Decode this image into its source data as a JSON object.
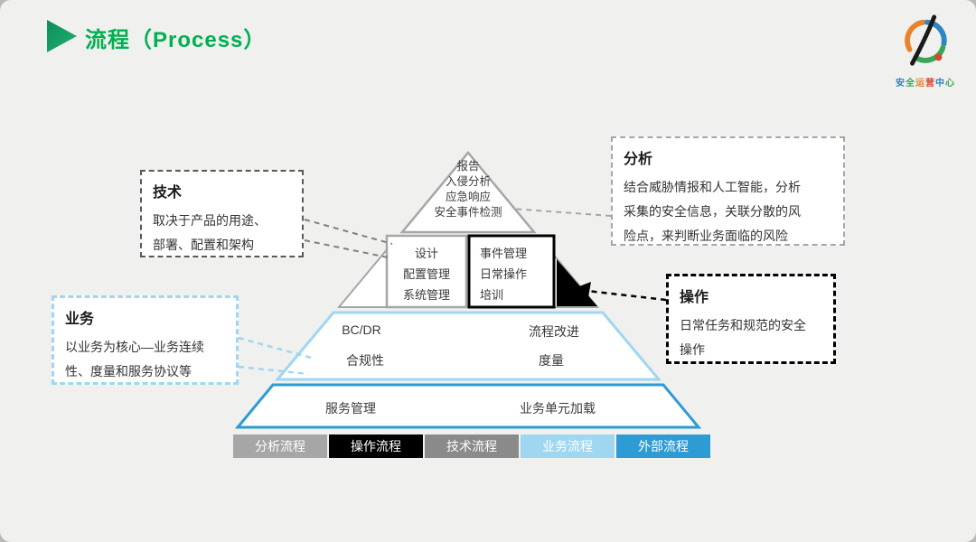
{
  "slide": {
    "title": "流程（Process）"
  },
  "colors": {
    "title_green": "#00b050",
    "analysis_gray": "#a6a6a6",
    "tech_gray": "#8a8a8a",
    "callout_dark_gray": "#595959",
    "operations_black": "#000000",
    "business_light_blue": "#9fd7f0",
    "external_blue": "#2e9bd5"
  },
  "logo": {
    "caption": "安全运营中心",
    "caption_chars": [
      {
        "t": "安",
        "c": "#2e7fc2"
      },
      {
        "t": "全",
        "c": "#3aa655"
      },
      {
        "t": "运",
        "c": "#e8832d"
      },
      {
        "t": "营",
        "c": "#d8452f"
      },
      {
        "t": "中",
        "c": "#2e7fc2"
      },
      {
        "t": "心",
        "c": "#3aa655"
      }
    ]
  },
  "pyramid": {
    "top": {
      "lines": [
        "报告",
        "入侵分析",
        "应急响应",
        "安全事件检测"
      ]
    },
    "tech_box": {
      "lines": [
        "设计",
        "配置管理",
        "系统管理"
      ]
    },
    "ops_box": {
      "lines": [
        "事件管理",
        "日常操作",
        "培训"
      ]
    },
    "business_band": {
      "row1": [
        "BC/DR",
        "流程改进"
      ],
      "row2": [
        "合规性",
        "度量"
      ]
    },
    "external_band": {
      "items": [
        "服务管理",
        "业务单元加载"
      ]
    }
  },
  "callouts": {
    "tech": {
      "title": "技术",
      "body": "取决于产品的用途、\n部署、配置和架构",
      "border": "#595959"
    },
    "business": {
      "title": "业务",
      "body": "以业务为核心—业务连续\n性、度量和服务协议等",
      "border": "#9fd7f0"
    },
    "analysis": {
      "title": "分析",
      "body": "结合威胁情报和人工智能，分析\n采集的安全信息，关联分散的风\n险点，来判断业务面临的风险",
      "border": "#a6a6a6"
    },
    "operations": {
      "title": "操作",
      "body": "日常任务和规范的安全\n操作",
      "border": "#000000"
    }
  },
  "legend": [
    {
      "label": "分析流程",
      "color": "#a6a6a6"
    },
    {
      "label": "操作流程",
      "color": "#000000"
    },
    {
      "label": "技术流程",
      "color": "#8a8a8a"
    },
    {
      "label": "业务流程",
      "color": "#9fd7f0"
    },
    {
      "label": "外部流程",
      "color": "#2e9bd5"
    }
  ]
}
